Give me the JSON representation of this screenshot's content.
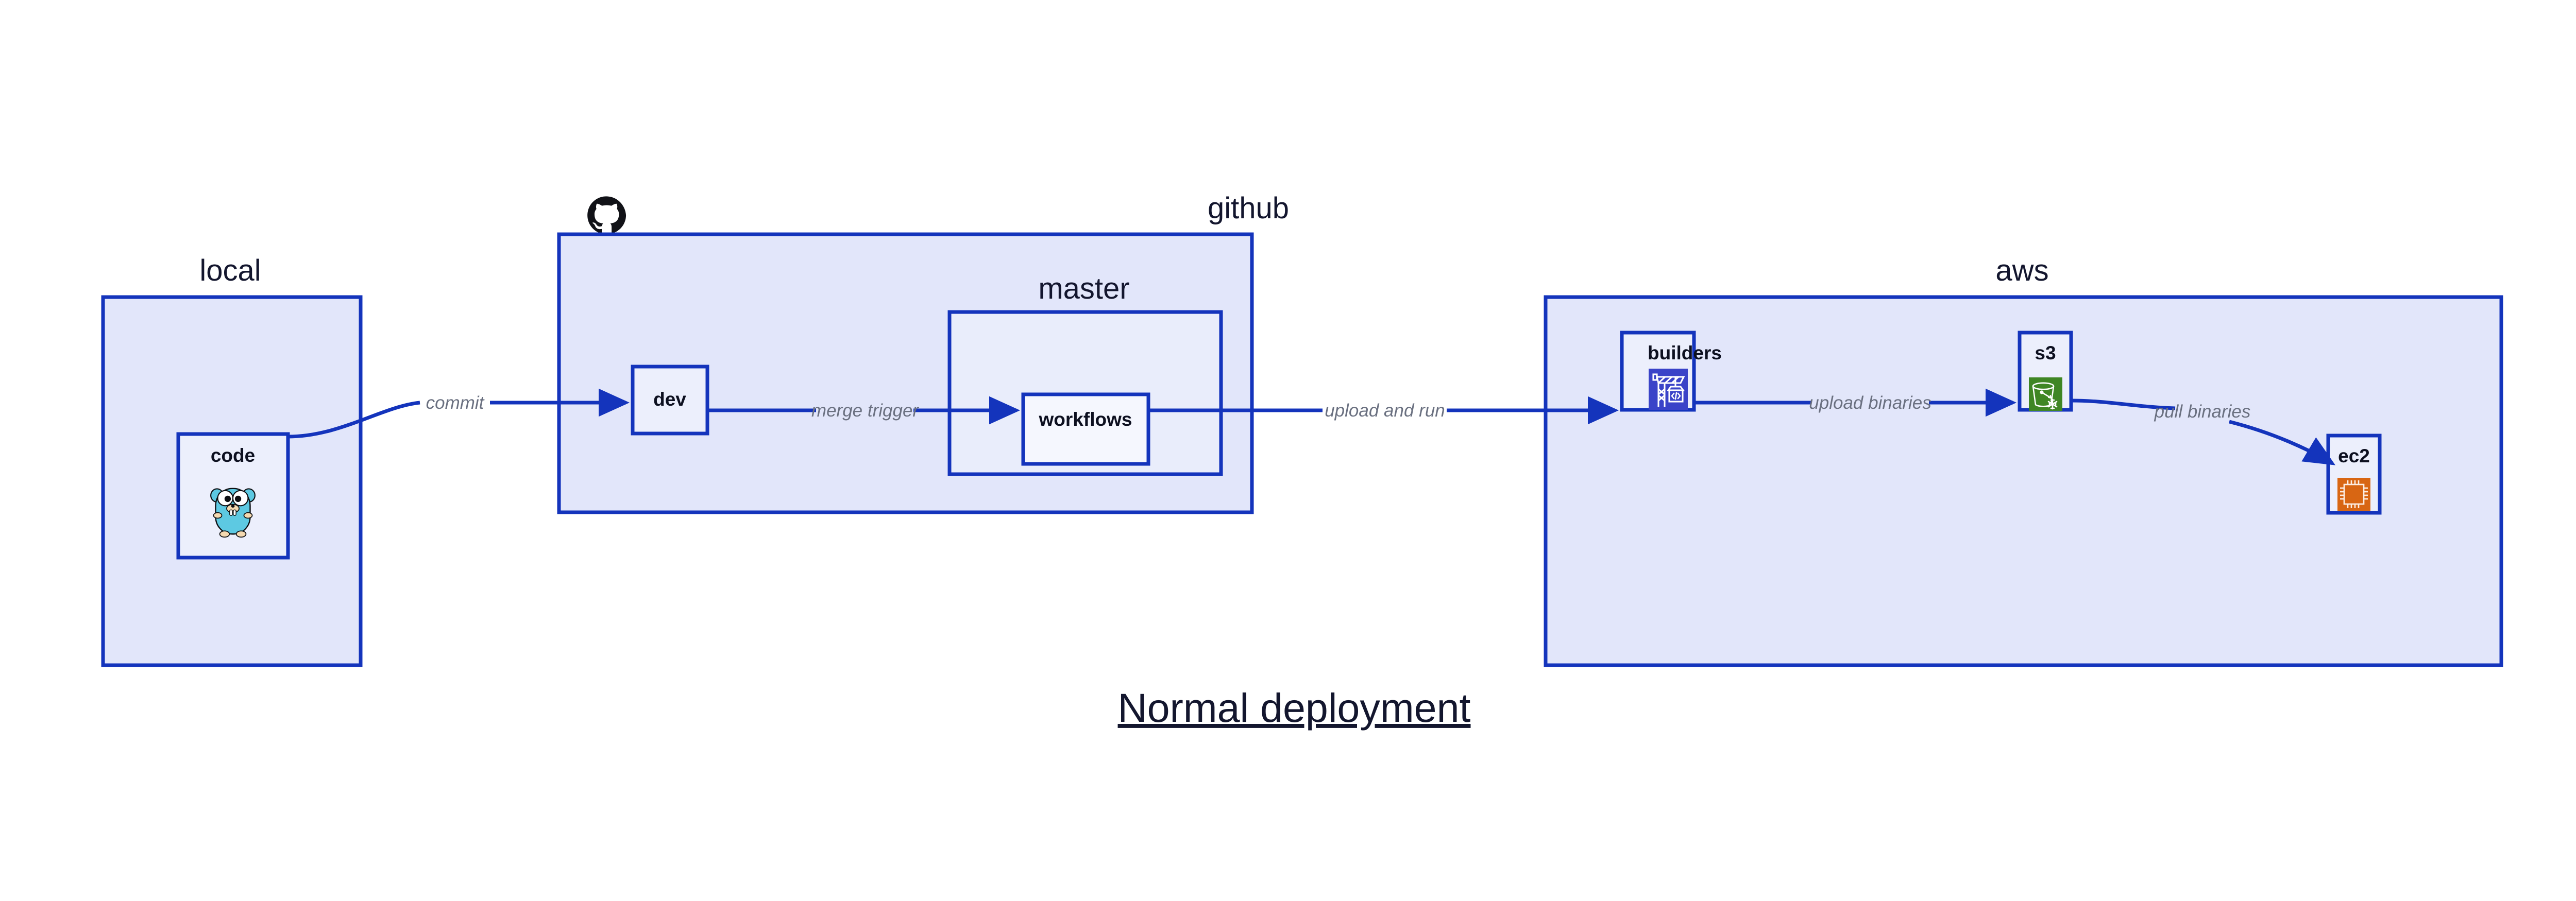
{
  "diagram": {
    "title": "Normal deployment",
    "accent_border": "#1434BC",
    "container_fill": "#E2E6FA",
    "subcontainer_fill": "#E9EDFB",
    "node_fill": "#ECEFFC",
    "label_color": "#13162E",
    "edge_label_color": "#6A7080",
    "background": "#ffffff"
  },
  "groups": {
    "local": {
      "label": "local"
    },
    "github": {
      "label": "github",
      "icon": "github-octocat-icon"
    },
    "master": {
      "label": "master"
    },
    "aws": {
      "label": "aws"
    }
  },
  "nodes": {
    "code": {
      "label": "code",
      "icon": "go-gopher-icon"
    },
    "dev": {
      "label": "dev"
    },
    "workflows": {
      "label": "workflows"
    },
    "builders": {
      "label": "builders",
      "icon": "aws-crane-builder-icon",
      "icon_color": "#3A43C8"
    },
    "s3": {
      "label": "s3",
      "icon": "aws-s3-glacier-bucket-icon",
      "icon_color": "#3F8624"
    },
    "ec2": {
      "label": "ec2",
      "icon": "aws-ec2-chip-icon",
      "icon_color": "#D86613"
    }
  },
  "edges": [
    {
      "id": "code-to-dev",
      "label": "commit",
      "from": "code",
      "to": "dev"
    },
    {
      "id": "dev-to-workflows",
      "label": "merge trigger",
      "from": "dev",
      "to": "workflows"
    },
    {
      "id": "workflows-to-builders",
      "label": "upload and run",
      "from": "workflows",
      "to": "builders"
    },
    {
      "id": "builders-to-s3",
      "label": "upload binaries",
      "from": "builders",
      "to": "s3"
    },
    {
      "id": "s3-to-ec2",
      "label": "pull binaries",
      "from": "s3",
      "to": "ec2"
    }
  ]
}
